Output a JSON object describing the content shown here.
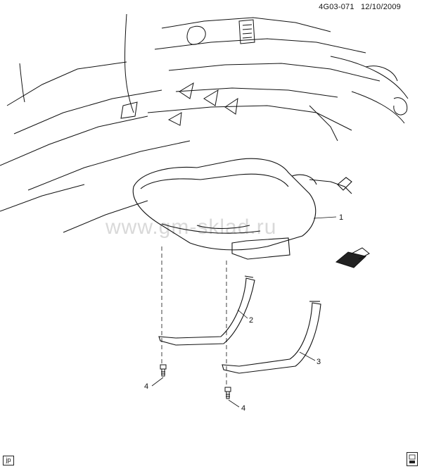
{
  "header": {
    "doc_code": "4G03-071",
    "date": "12/10/2009"
  },
  "watermark": "www.gm-sklad.ru",
  "callouts": [
    "1",
    "2",
    "3",
    "4",
    "4"
  ],
  "footer": {
    "corner_tag": "jp"
  },
  "icons": {
    "stamp": "document-stamp-icon",
    "arrow": "forward-arrow-icon"
  }
}
